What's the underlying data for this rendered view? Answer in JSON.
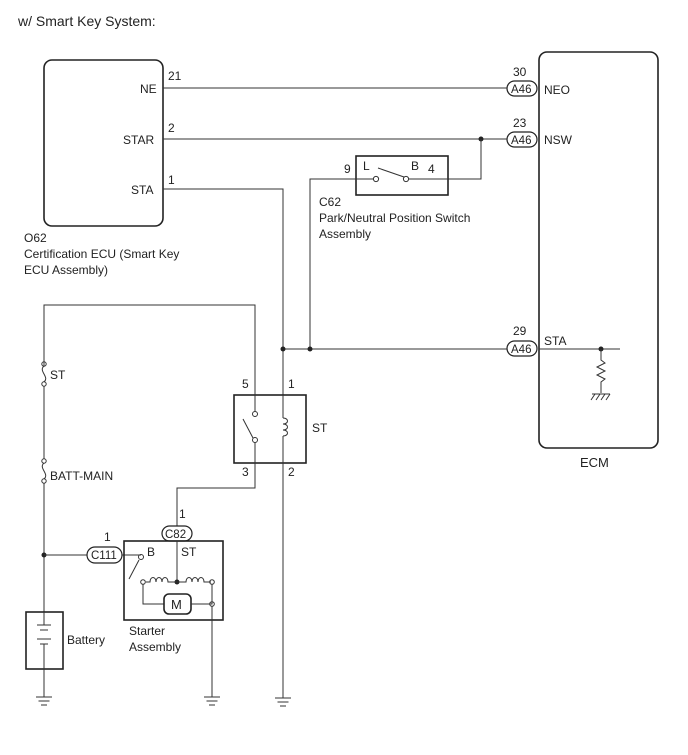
{
  "title": "w/ Smart Key System:",
  "components": {
    "cert_ecu": {
      "code": "O62",
      "name_line1": "Certification ECU (Smart Key",
      "name_line2": "ECU Assembly)",
      "pins": {
        "ne": {
          "label": "NE",
          "num": "21"
        },
        "star": {
          "label": "STAR",
          "num": "2"
        },
        "sta": {
          "label": "STA",
          "num": "1"
        }
      }
    },
    "ecm": {
      "name": "ECM",
      "connector": "A46",
      "pins": {
        "neo": {
          "label": "NEO",
          "num": "30"
        },
        "nsw": {
          "label": "NSW",
          "num": "23"
        },
        "sta": {
          "label": "STA",
          "num": "29"
        }
      }
    },
    "park_neutral_switch": {
      "code": "C62",
      "name_line1": "Park/Neutral Position Switch",
      "name_line2": "Assembly",
      "pin_left": "9",
      "pin_right": "4",
      "contact_left": "L",
      "contact_right": "B"
    },
    "st_relay": {
      "label": "ST",
      "pins": {
        "p5": "5",
        "p1": "1",
        "p3": "3",
        "p2": "2"
      }
    },
    "fuses": {
      "st": "ST",
      "batt_main": "BATT-MAIN"
    },
    "battery": {
      "label": "Battery"
    },
    "starter": {
      "name_line1": "Starter",
      "name_line2": "Assembly",
      "terminal_b": "B",
      "terminal_st": "ST",
      "motor": "M",
      "connector_c82": "C82",
      "connector_c82_pin": "1",
      "connector_c111": "C111",
      "connector_c111_pin": "1"
    }
  }
}
